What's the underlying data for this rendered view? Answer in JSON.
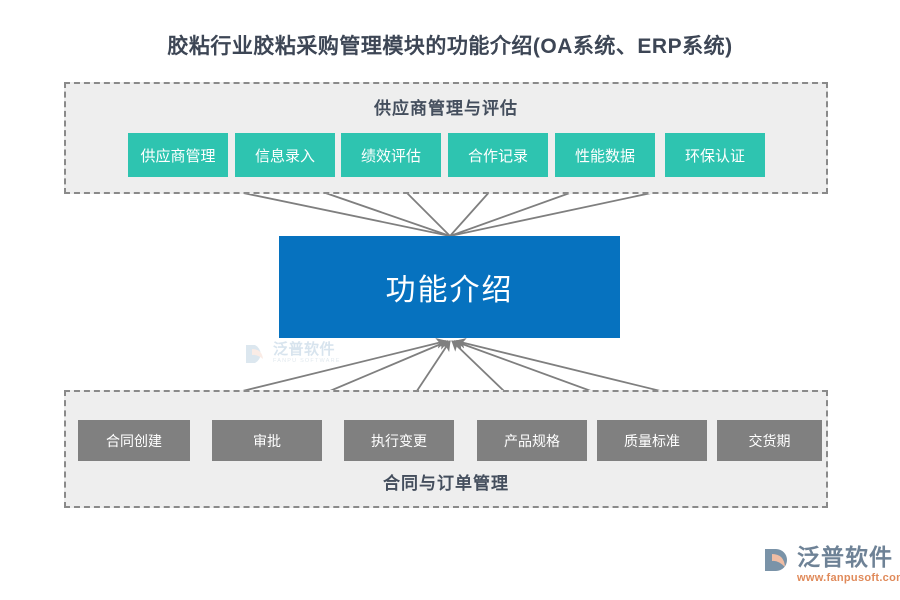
{
  "title": "胶粘行业胶粘采购管理模块的功能介绍(OA系统、ERP系统)",
  "hub": {
    "label": "功能介绍",
    "color": "#0672bf"
  },
  "groups": {
    "supplier": {
      "heading": "供应商管理与评估",
      "color": "#2ec4b0",
      "nodes": [
        {
          "label": "供应商管理"
        },
        {
          "label": "信息录入"
        },
        {
          "label": "绩效评估"
        },
        {
          "label": "合作记录"
        },
        {
          "label": "性能数据"
        },
        {
          "label": "环保认证"
        }
      ]
    },
    "contract": {
      "heading": "合同与订单管理",
      "color": "#808080",
      "nodes": [
        {
          "label": "合同创建"
        },
        {
          "label": "审批"
        },
        {
          "label": "执行变更"
        },
        {
          "label": "产品规格"
        },
        {
          "label": "质量标准"
        },
        {
          "label": "交货期"
        }
      ]
    }
  },
  "watermark": {
    "name_cn": "泛普软件",
    "name_en": "FANPU SOFTWARE"
  },
  "brand": {
    "name_cn": "泛普软件",
    "url": "www.fanpusoft.com"
  },
  "colors": {
    "page_background": "#ffffff",
    "panel_background": "#eeeeee",
    "panel_border": "#8a8a8a",
    "connector": "#7f7f7f",
    "title_text": "#3d4655"
  }
}
